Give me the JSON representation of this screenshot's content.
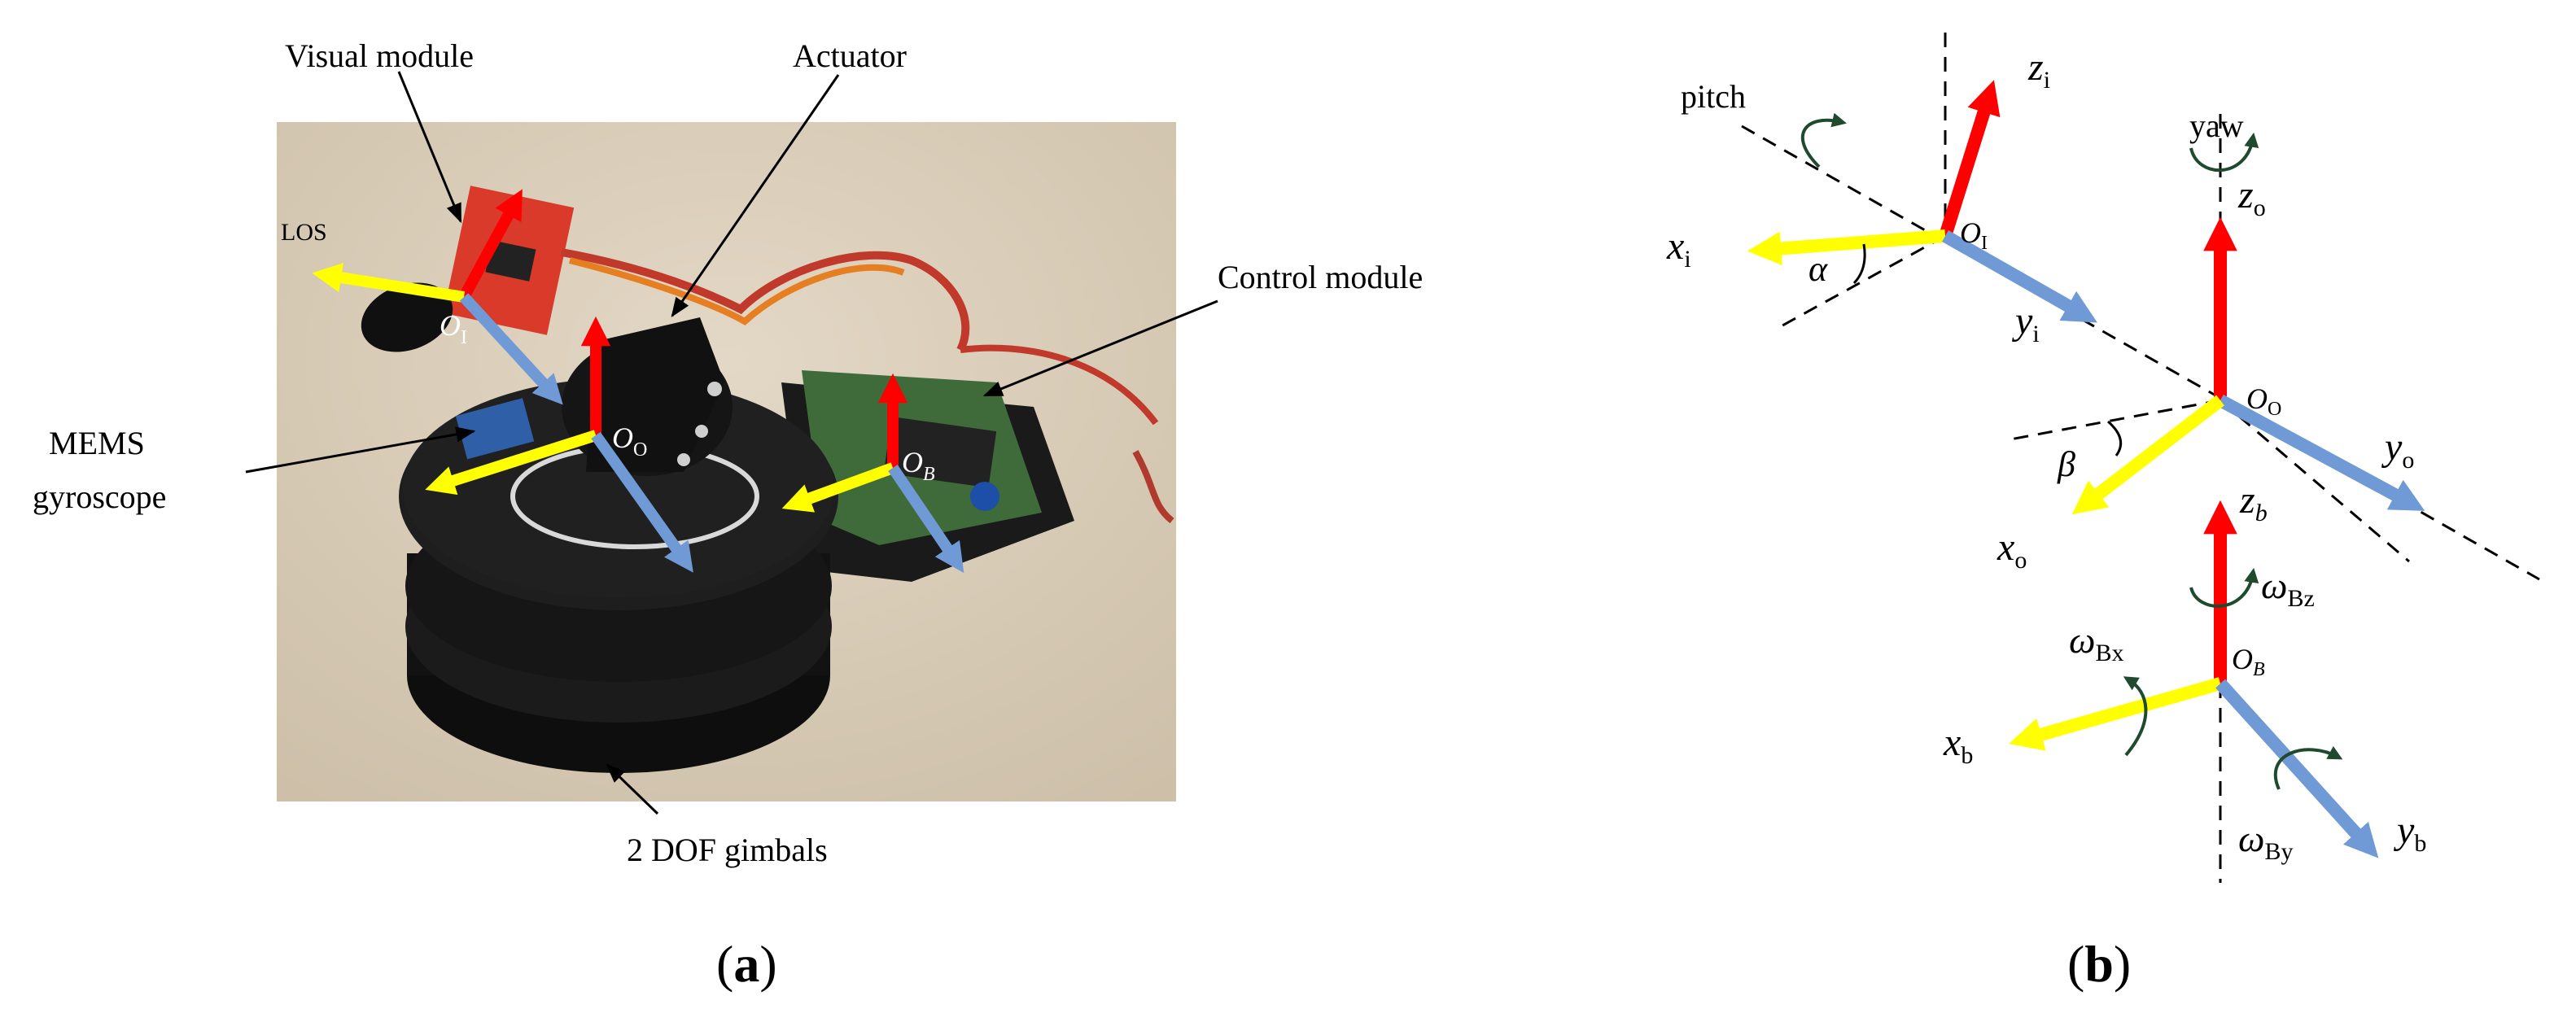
{
  "panel_a": {
    "caption": "(a)",
    "labels": {
      "visual_module": "Visual module",
      "actuator": "Actuator",
      "control_module": "Control module",
      "los": "LOS",
      "mems_line1": "MEMS",
      "mems_line2": "gyroscope",
      "gimbals": "2 DOF gimbals"
    },
    "frames": {
      "oi": {
        "base": "O",
        "sub": "I"
      },
      "oo": {
        "base": "O",
        "sub": "O"
      },
      "ob": {
        "base": "O",
        "sub": "B"
      }
    }
  },
  "panel_b": {
    "caption": "(b)",
    "labels": {
      "pitch": "pitch",
      "yaw": "yaw",
      "alpha": "α",
      "beta": "β"
    },
    "axes": {
      "zi": {
        "base": "z",
        "sub": "i"
      },
      "xi": {
        "base": "x",
        "sub": "i"
      },
      "yi": {
        "base": "y",
        "sub": "i"
      },
      "oi": {
        "base": "O",
        "sub": "I"
      },
      "zo": {
        "base": "z",
        "sub": "o"
      },
      "oo": {
        "base": "O",
        "sub": "O"
      },
      "yo": {
        "base": "y",
        "sub": "o"
      },
      "xo": {
        "base": "x",
        "sub": "o"
      },
      "zb": {
        "base": "z",
        "sub": "b"
      },
      "wbz": {
        "base": "ω",
        "sub": "Bz"
      },
      "wbx": {
        "base": "ω",
        "sub": "Bx"
      },
      "ob": {
        "base": "O",
        "sub": "B"
      },
      "xb": {
        "base": "x",
        "sub": "b"
      },
      "yb": {
        "base": "y",
        "sub": "b"
      },
      "wby": {
        "base": "ω",
        "sub": "By"
      }
    }
  },
  "colors": {
    "red_axis": "#ff0000",
    "yellow_axis": "#ffff00",
    "blue_axis": "#6f9ad6",
    "rotation_arrow": "#1f4a2e",
    "photo_background": "#d8ccb8",
    "gimbal_black": "#141414"
  },
  "icons": [
    "rotation-arrow-icon"
  ]
}
